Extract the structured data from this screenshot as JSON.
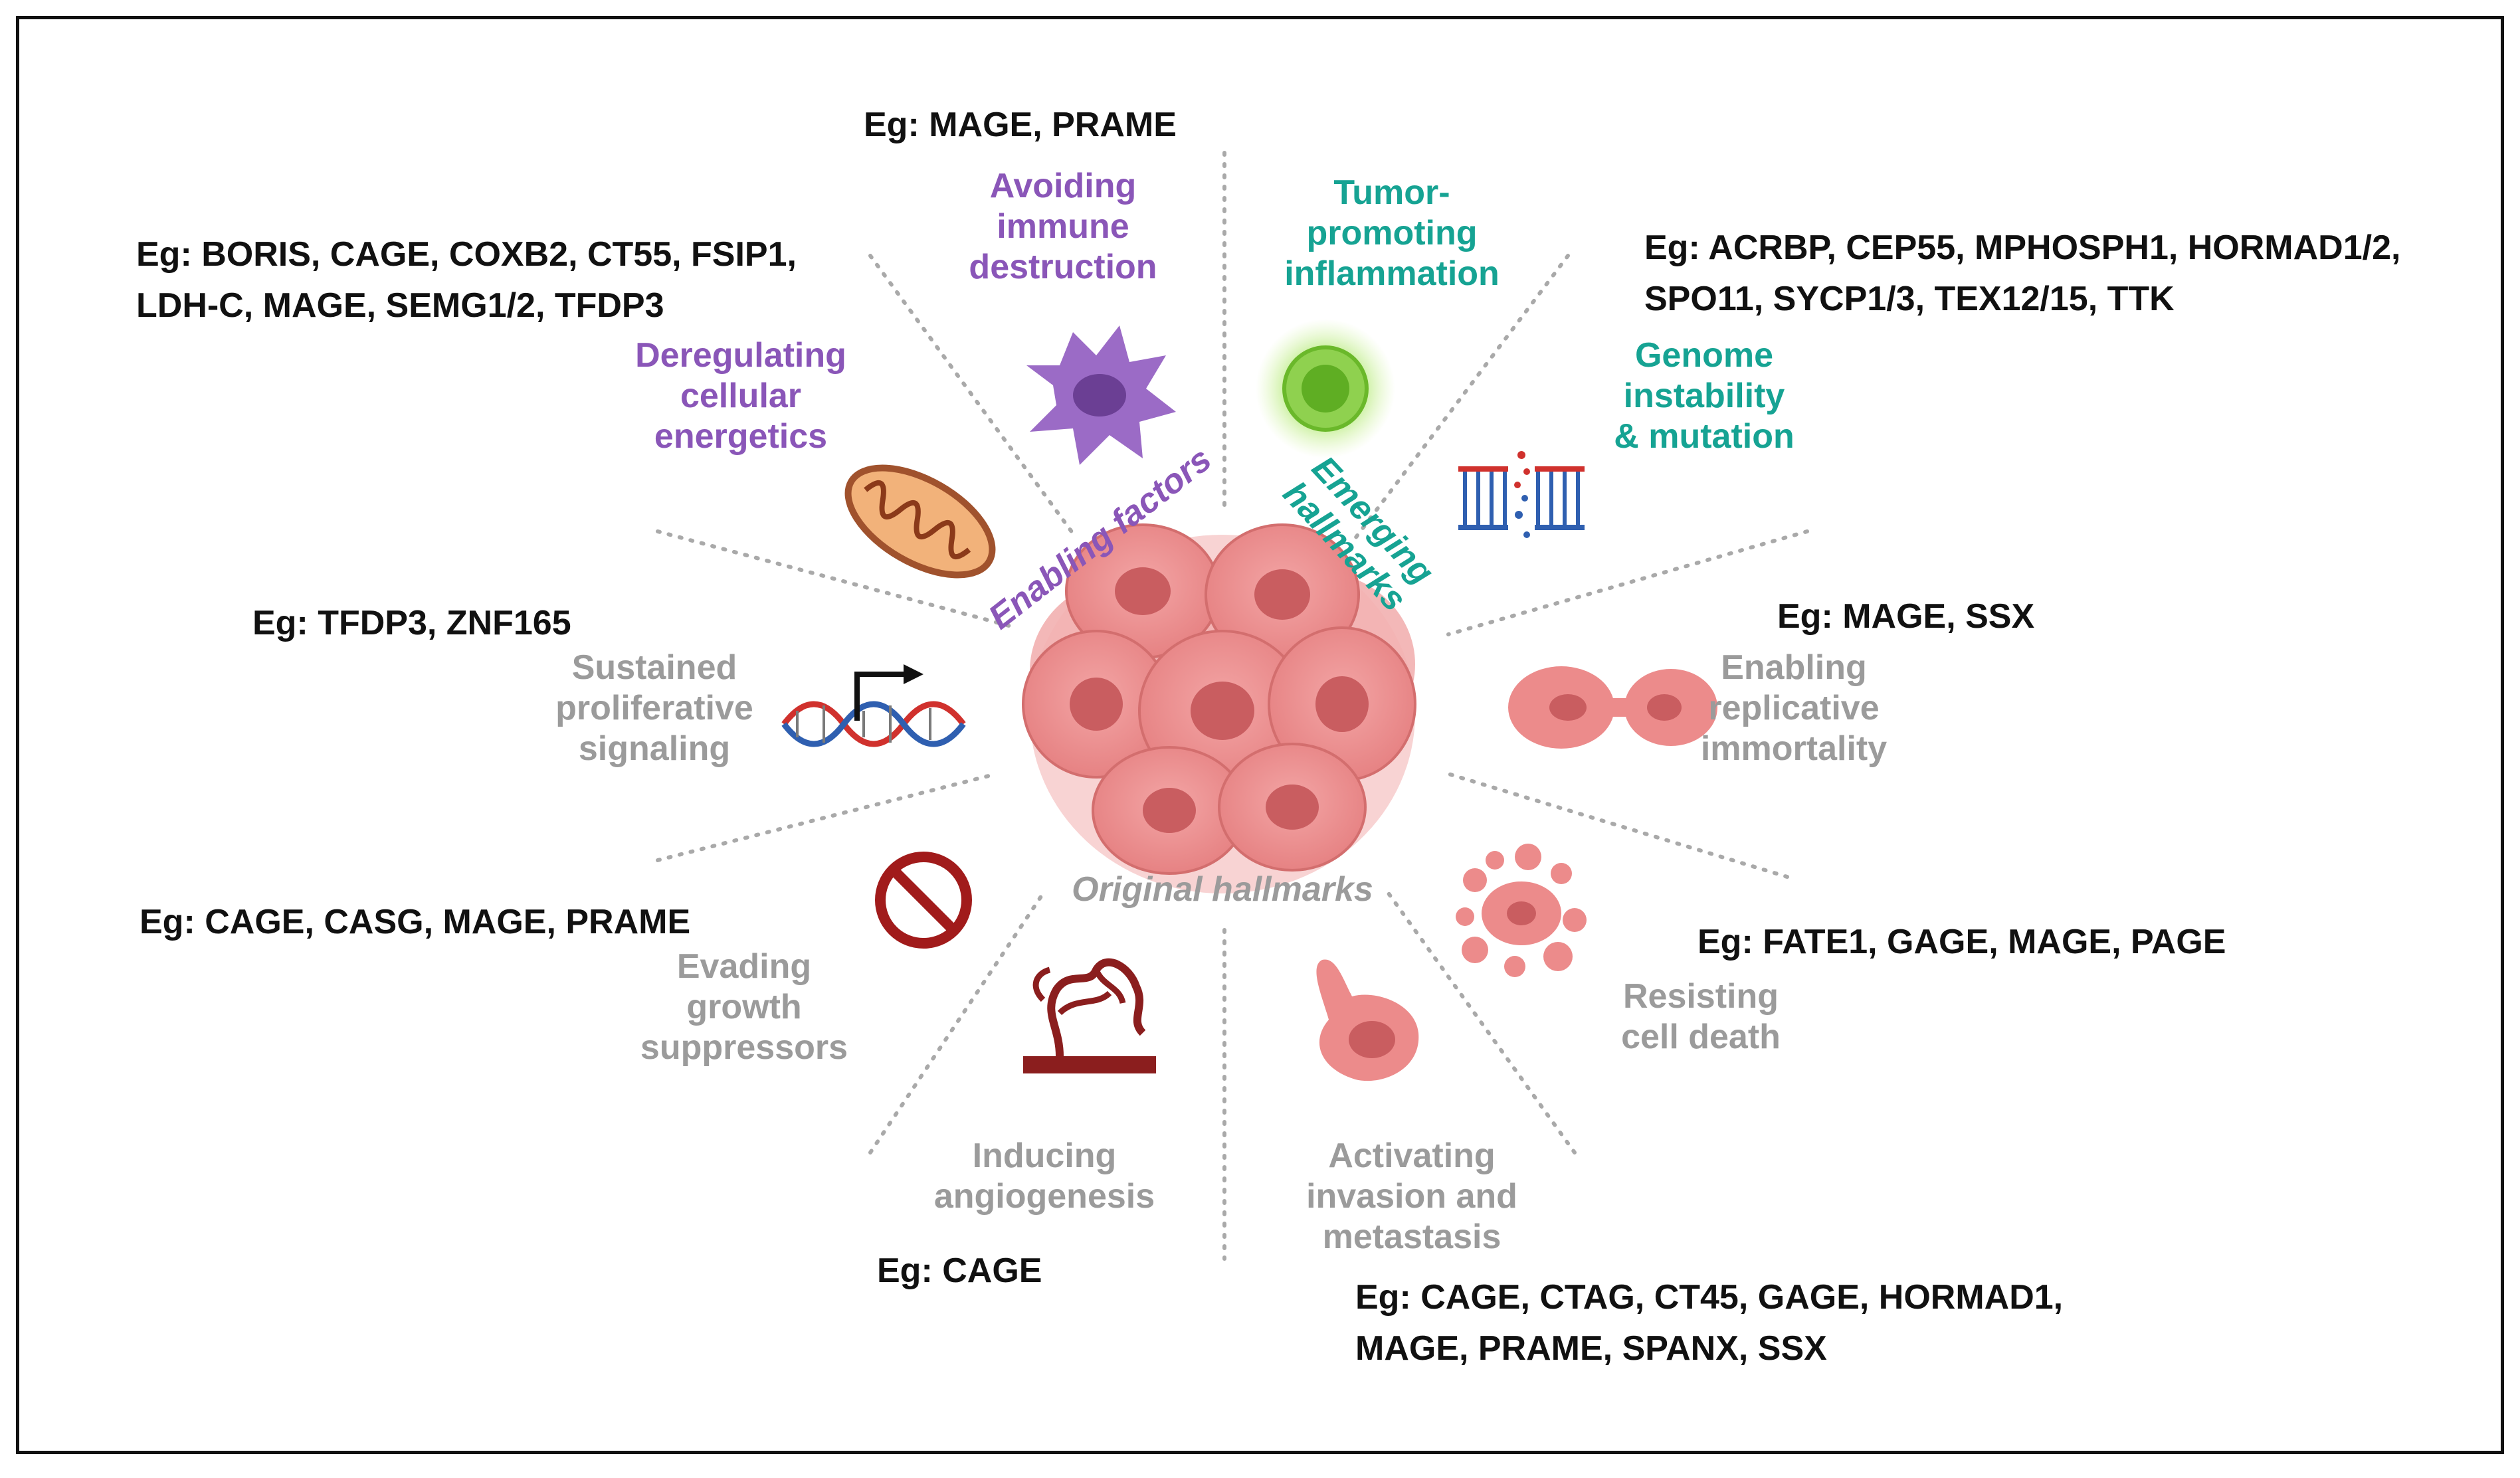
{
  "center": {
    "inner_label": "Original hallmarks",
    "left_label": "Enabling factors",
    "right_label": [
      "Emerging",
      "hallmarks"
    ]
  },
  "hallmarks": {
    "avoiding_immune": {
      "lines": [
        "Avoiding",
        "immune",
        "destruction"
      ],
      "examples": [
        "Eg: MAGE, PRAME"
      ],
      "icon": "immune-cell-icon",
      "group": "enabling"
    },
    "tumor_inflammation": {
      "lines": [
        "Tumor-",
        "promoting",
        "inflammation"
      ],
      "examples": [],
      "icon": "inflammation-cell-icon",
      "group": "emerging"
    },
    "genome_instability": {
      "lines": [
        "Genome",
        "instability",
        "& mutation"
      ],
      "examples": [
        "Eg: ACRBP, CEP55, MPHOSPH1, HORMAD1/2,",
        "SPO11, SYCP1/3, TEX12/15, TTK"
      ],
      "icon": "dna-damage-icon",
      "group": "emerging"
    },
    "deregulating_energetics": {
      "lines": [
        "Deregulating",
        "cellular",
        "energetics"
      ],
      "examples": [
        "Eg: BORIS, CAGE, COXB2, CT55, FSIP1,",
        "LDH-C, MAGE, SEMG1/2, TFDP3"
      ],
      "icon": "mitochondrion-icon",
      "group": "enabling"
    },
    "proliferative_signaling": {
      "lines": [
        "Sustained",
        "proliferative",
        "signaling"
      ],
      "examples": [
        "Eg: TFDP3, ZNF165"
      ],
      "icon": "dna-transcription-icon",
      "group": "original"
    },
    "replicative_immortality": {
      "lines": [
        "Enabling",
        "replicative",
        "immortality"
      ],
      "examples": [
        "Eg: MAGE, SSX"
      ],
      "icon": "dividing-cell-icon",
      "group": "original"
    },
    "growth_suppressors": {
      "lines": [
        "Evading",
        "growth",
        "suppressors"
      ],
      "examples": [
        "Eg: CAGE, CASG, MAGE, PRAME"
      ],
      "icon": "prohibition-icon",
      "group": "original"
    },
    "cell_death": {
      "lines": [
        "Resisting",
        "cell death"
      ],
      "examples": [
        "Eg: FATE1, GAGE, MAGE, PAGE"
      ],
      "icon": "apoptotic-cell-icon",
      "group": "original"
    },
    "angiogenesis": {
      "lines": [
        "Inducing",
        "angiogenesis"
      ],
      "examples": [
        "Eg:  CAGE"
      ],
      "icon": "blood-vessel-icon",
      "group": "original"
    },
    "invasion_metastasis": {
      "lines": [
        "Activating",
        "invasion and",
        "metastasis"
      ],
      "examples": [
        "Eg: CAGE, CTAG, CT45, GAGE, HORMAD1,",
        "MAGE, PRAME, SPANX, SSX"
      ],
      "icon": "migrating-cell-icon",
      "group": "original"
    }
  },
  "colors": {
    "enabling": "#8a56b8",
    "emerging": "#16a393",
    "original": "#9b9b9b",
    "examples": "#111111",
    "tumor_cells": "#e98686",
    "divider": "#a9a9a9"
  }
}
